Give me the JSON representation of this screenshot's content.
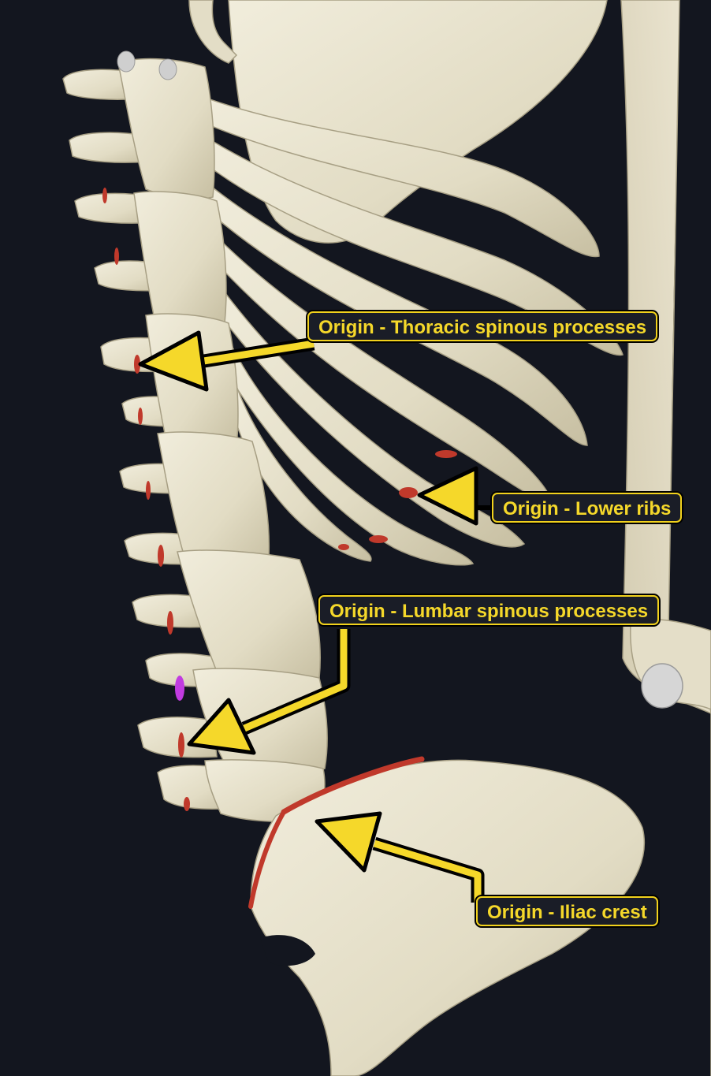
{
  "labels": {
    "thoracic": "Origin - Thoracic spinous processes",
    "ribs": "Origin - Lower ribs",
    "lumbar": "Origin - Lumbar spinous processes",
    "iliac": "Origin - Iliac crest"
  },
  "colors": {
    "background": "#13161f",
    "bone": "#e6e1cc",
    "bone_shadow": "#b9b196",
    "origin_marker": "#c0392b",
    "annotation": "#f5d82a"
  }
}
